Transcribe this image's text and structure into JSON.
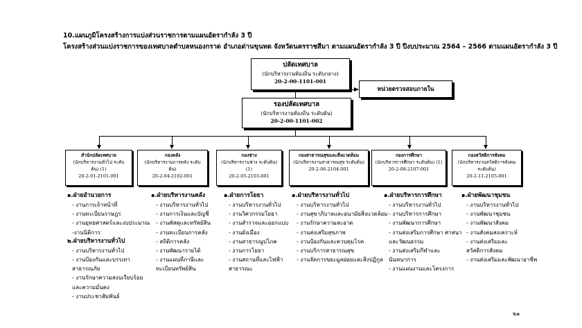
{
  "heading": {
    "line1": "10.แผนภูมิโครงสร้างการแบ่งส่วนราชการตามแผนอัตรากำลัง  3 ปี",
    "line2": "โครงสร้างส่วนแบ่งราชการของเทศบาลตำบลหนองกราด อำเภอด่านขุนทด จังหวัดนครราชสีมา ตามแผนอัตรากำลัง 3 ปี ปีงบประมาณ 2564 – 2566 ตามแผนอัตรากำลัง 3 ปี"
  },
  "top": {
    "title": "ปลัดเทศบาล",
    "sub": "(นักบริหารงานท้องถิ่น ระดับกลาง)",
    "code": "20-2-00-1101-001"
  },
  "audit": {
    "title": "หน่วยตรวจสอบภายใน"
  },
  "deputy": {
    "title": "รองปลัดเทศบาล",
    "sub": "(นักบริหารงานท้องถิ่น ระดับต้น)",
    "code": "20-2-00-1101-002"
  },
  "departments": [
    {
      "title": "สำนักปลัดเทศบาล",
      "sub1": "(นักบริหารงานทั่วไป ระดับ",
      "sub2": "ต้น) (1)",
      "code": "20-2-01-2101-001",
      "sections": [
        {
          "title": "๑.ฝ่ายอำนวยการ",
          "items": [
            "- งานการเจ้าหน้าที่",
            "- งานทะเบียนราษฎร",
            "- งานยุทธศาสตร์และงบประมาณ",
            "-งานนิติการ"
          ]
        },
        {
          "title": "๒.ฝ่ายบริหารงานทั่วไป",
          "items": [
            "- งานบริหารงานทั่วไป",
            "- งานป้องกันและบรรเทา",
            "  สาธารณภัย",
            "- งานรักษาความสงบเรียบร้อย",
            "  และความมั่นคง",
            "- งานประชาสัมพันธ์"
          ]
        }
      ]
    },
    {
      "title": "กองคลัง",
      "sub1": "(นักบริหารงานการคลัง ระดับ",
      "sub2": "ต้น)",
      "code": "20-2-04-2102-001",
      "sections": [
        {
          "title": "๑.ฝ่ายบริหารงานคลัง",
          "items": [
            "- งานบริหารงานทั่วไป",
            "- งานการเงินและบัญชี",
            "- งานพัสดุและทรัพย์สิน",
            "- งานทะเบียนการคลัง",
            "- สถิติการคลัง",
            "- งานพัฒนารายได้",
            "- งานแผนที่ภาษีและ",
            "  ทะเบียนทรัพย์สิน"
          ]
        }
      ]
    },
    {
      "title": "กองช่าง",
      "sub1": "(นักบริหารงานช่าง ระดับต้น)",
      "sub2": "(1)",
      "code": "20-2-05-2103-001",
      "sections": [
        {
          "title": "๑.ฝ่ายการโยธา",
          "items": [
            "- งานบริหารงานทั่วไป",
            "- งานวิศวกรรมโยธา",
            "- งานสำรวจและออกแบบ",
            "- งานผังเมือง",
            "- งานสาธารณูปโภค",
            "- งานการโยธา",
            "- งานสถานที่และไฟฟ้า",
            "  สาธารณะ"
          ]
        }
      ]
    },
    {
      "title": "กองสาธารณสุขและสิ่งแวดล้อม",
      "sub1": "(นักบริหารงานสาธารณสุข ระดับต้น)",
      "sub2": "",
      "code": "20-2-06-2104-001",
      "sections": [
        {
          "title": "๑.ฝ่ายบริหารงานทั่วไป",
          "items": [
            "- งานบริหารงานทั่วไป",
            "- งานสุขาภิบาลและอนามัยสิ่งแวดล้อม",
            "- งานรักษาความสะอาด",
            "- งานส่งเสริมสุขภาพ",
            "- งานป้องกันและควบคุมโรค",
            "- งานบริการสาธารณสุข",
            "- งานจัดการขยะมูลฝอยและสิ่งปฏิกูล"
          ]
        }
      ]
    },
    {
      "title": "กองการศึกษา",
      "sub1": "(นักบริหารการศึกษา ระดับต้น) (1)",
      "sub2": "",
      "code": "20-2-08-2107-001",
      "sections": [
        {
          "title": "๑.ฝ่ายบริหารการศึกษา",
          "items": [
            "- งานบริหารงานทั่วไป",
            "- งานบริหารการศึกษา",
            "- งานพัฒนาการศึกษา",
            "- งานส่งเสริมการศึกษา ศาสนา",
            "  และวัฒนธรรม",
            "- งานส่งเสริมกีฬาและ",
            "  นันทนาการ",
            "- งานแผนงานและโครงการ"
          ]
        }
      ]
    },
    {
      "title": "กองสวัสดิการสังคม",
      "sub1": "(นักบริหารงานสวัสดิการสังคม",
      "sub2": "ระดับต้น)",
      "code": "20-2-11-2105-001",
      "sections": [
        {
          "title": "๑.ฝ่ายพัฒนาชุมชน",
          "items": [
            "- งานบริหารงานทั่วไป",
            "- งานพัฒนาชุมชน",
            "- งานพัฒนาสังคม",
            "- งานสังคมสงเคราะห์",
            "- งานส่งเสริมและ",
            "  สวัสดิการสังคม",
            "- งานส่งเสริมและพัฒนาอาชีพ"
          ]
        }
      ]
    }
  ],
  "page_number": "๒๑"
}
